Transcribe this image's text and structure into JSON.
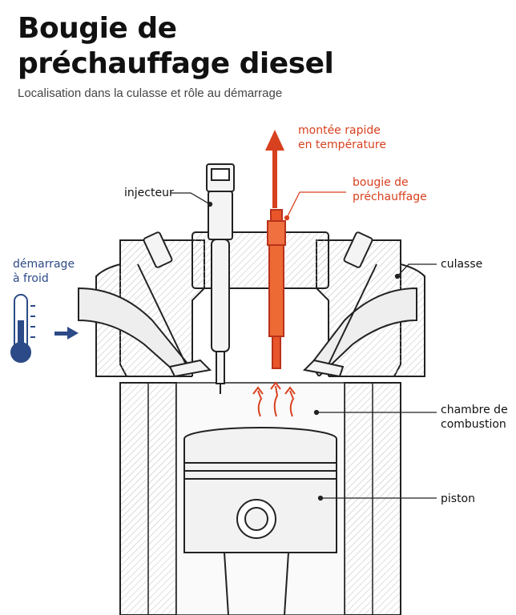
{
  "header": {
    "title_line1": "Bougie de",
    "title_line2": "préchauffage diesel",
    "subtitle": "Localisation dans la culasse et rôle au démarrage"
  },
  "labels": {
    "temp_rise_line1": "montée rapide",
    "temp_rise_line2": "en température",
    "injector": "injecteur",
    "glow_plug_line1": "bougie de",
    "glow_plug_line2": "préchauffage",
    "cold_start_line1": "démarrage",
    "cold_start_line2": "à froid",
    "cylinder_head": "culasse",
    "chamber_line1": "chambre de",
    "chamber_line2": "combustion",
    "piston": "piston"
  },
  "colors": {
    "accent_red": "#d8411f",
    "accent_blue": "#2c4a87",
    "ink": "#222222"
  },
  "icons": {
    "thermometer": "thermometer-icon",
    "up_arrow": "arrow-up-icon",
    "intake_arrow": "arrow-right-icon"
  }
}
